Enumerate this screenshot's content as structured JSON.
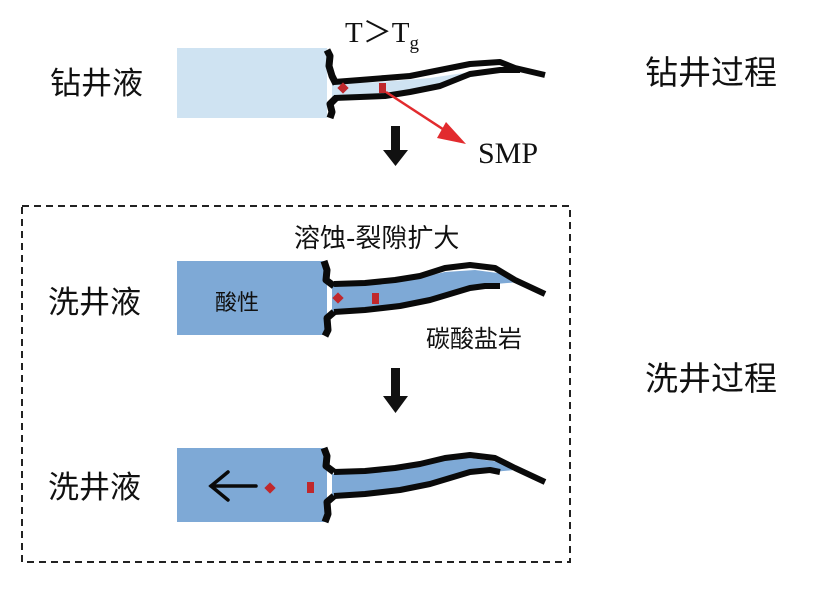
{
  "colors": {
    "fluid_drilling": "#cfe3f2",
    "fluid_washing": "#7ea9d6",
    "fracture_wall": "#0a0a0a",
    "particle": "#c0282c",
    "arrow_red": "#e22b2e",
    "arrow_black": "#111111",
    "dashed_box": "#222222"
  },
  "labels": {
    "drilling_fluid": "钻井液",
    "washing_fluid_1": "洗井液",
    "washing_fluid_2": "洗井液",
    "drilling_process": "钻井过程",
    "washing_process": "洗井过程",
    "temperature_condition": {
      "base": "T＞T",
      "subscript": "g"
    },
    "smp": "SMP",
    "dissolution": "溶蚀-裂隙扩大",
    "acidic": "酸性",
    "carbonate_rock": "碳酸盐岩"
  },
  "icons": {
    "down_arrow_1": "down-arrow-icon",
    "down_arrow_2": "down-arrow-icon",
    "red_arrow": "red-arrow-icon",
    "outflow_arrow": "left-arrow-icon"
  }
}
